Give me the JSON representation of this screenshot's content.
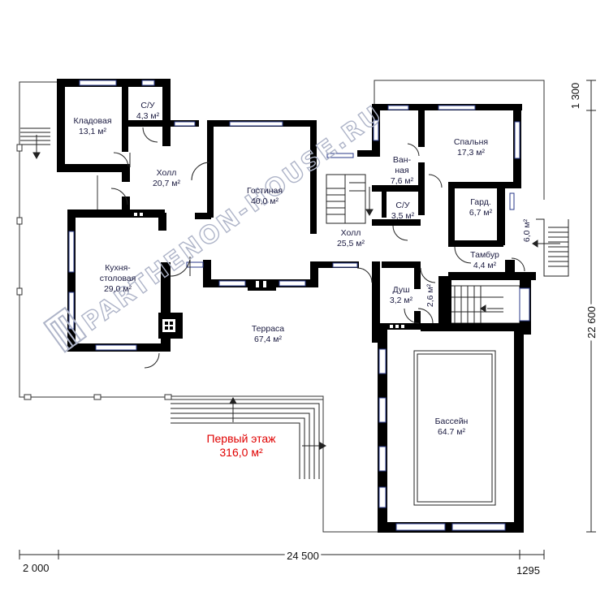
{
  "rooms": {
    "storage": {
      "name": "Кладовая",
      "area": "13,1 м²"
    },
    "wc1": {
      "name": "С/У",
      "area": "4,3 м²"
    },
    "hall1": {
      "name": "Холл",
      "area": "20,7 м²"
    },
    "living": {
      "name": "Гостиная",
      "area": "40,0 м²"
    },
    "bath": {
      "name1": "Ван-",
      "name2": "ная",
      "area": "7,6 м²"
    },
    "bedroom": {
      "name": "Спальня",
      "area": "17,3 м²"
    },
    "wc2": {
      "name": "С/У",
      "area": "3,5 м²"
    },
    "hall2": {
      "name": "Холл",
      "area": "25,5 м²"
    },
    "wardrobe": {
      "name": "Гард.",
      "area": "6,7 м²"
    },
    "porch": {
      "name": "Тамбур",
      "area": "4,4 м²"
    },
    "kitchen": {
      "name1": "Кухня-",
      "name2": "столовая",
      "area": "29,0 м²"
    },
    "shower": {
      "name": "Душ",
      "area": "3,2 м²"
    },
    "small1": {
      "area": "2,6 м²"
    },
    "small2": {
      "area": "6,0 м²"
    },
    "terrace": {
      "name": "Терраса",
      "area": "67,4 м²"
    },
    "pool": {
      "name": "Бассейн",
      "area": "64.7 м²"
    }
  },
  "floor": {
    "title": "Первый этаж",
    "area": "316,0 м²"
  },
  "dimensions": {
    "total_width": "24 500",
    "left_width": "2 000",
    "right_width": "1295",
    "total_height": "22 600",
    "top_height": "1 300"
  },
  "watermark": "PARTHENON-HOUSE.RU"
}
